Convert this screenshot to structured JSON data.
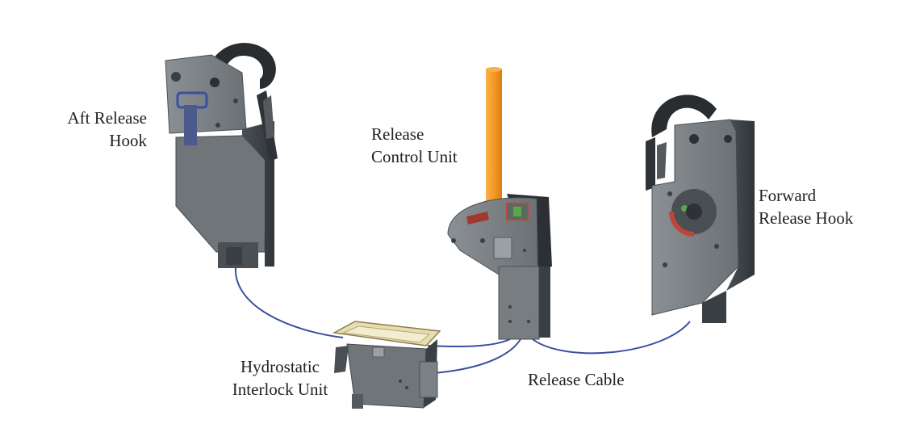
{
  "labels": {
    "aft_hook": [
      "Aft Release",
      "Hook"
    ],
    "control_unit": [
      "Release",
      "Control Unit"
    ],
    "forward_hook": [
      "Forward",
      "Release Hook"
    ],
    "hydrostatic": [
      "Hydrostatic",
      "Interlock Unit"
    ],
    "cable": "Release Cable"
  },
  "colors": {
    "metal_light": "#7b8184",
    "metal_mid": "#666c70",
    "metal_dark": "#3d4246",
    "hook_black": "#2a2d30",
    "cable_blue": "#3a4fa0",
    "handle_orange": "#f39a26",
    "window_tan": "#e6ddb0",
    "dial_red": "#c0443a",
    "dial_green": "#5aa74c"
  }
}
